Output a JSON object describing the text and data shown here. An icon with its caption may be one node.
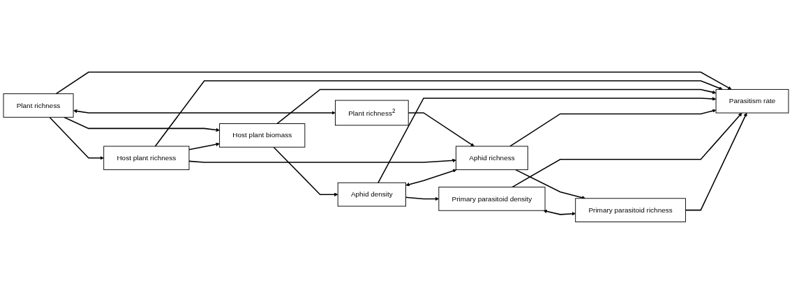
{
  "diagram": {
    "nodes": [
      {
        "text": [
          "Host plant biomass"
        ]
      },
      {
        "text": [
          "Aphid density"
        ]
      },
      {
        "text": [
          "Primary parasitoid density"
        ]
      },
      {
        "text": [
          "Host plant richness"
        ]
      },
      {
        "text": [
          "Parasitism rate"
        ]
      },
      {
        "text": [
          "Plant richness"
        ]
      },
      {
        "text": [
          "Aphid richness"
        ]
      },
      {
        "text": [
          "Primary parasitoid richness"
        ]
      },
      {
        "text": [
          "Plant richness$^{2}$"
        ]
      }
    ],
    "edges": [
      {
        "from": 5,
        "to": 3,
        "arrow": "to"
      },
      {
        "from": 5,
        "to": 0,
        "arrow": "to"
      },
      {
        "from": 5,
        "to": 4,
        "arrow": "to"
      },
      {
        "from": 5,
        "to": 8,
        "arrow": "both"
      },
      {
        "from": 8,
        "to": 6,
        "arrow": "to"
      },
      {
        "from": 3,
        "to": 0,
        "arrow": "to"
      },
      {
        "from": 3,
        "to": 4,
        "arrow": "to"
      },
      {
        "from": 3,
        "to": 6,
        "arrow": "to"
      },
      {
        "from": 0,
        "to": 1,
        "arrow": "to"
      },
      {
        "from": 0,
        "to": 4,
        "arrow": "to"
      },
      {
        "from": 1,
        "to": 2,
        "arrow": "to"
      },
      {
        "from": 1,
        "to": 4,
        "arrow": "to"
      },
      {
        "from": 1,
        "to": 6,
        "arrow": "both"
      },
      {
        "from": 6,
        "to": 4,
        "arrow": "to"
      },
      {
        "from": 6,
        "to": 7,
        "arrow": "to"
      },
      {
        "from": 2,
        "to": 4,
        "arrow": "to"
      },
      {
        "from": 7,
        "to": 4,
        "arrow": "to"
      },
      {
        "from": 2,
        "to": 7,
        "arrow": "both"
      }
    ]
  }
}
